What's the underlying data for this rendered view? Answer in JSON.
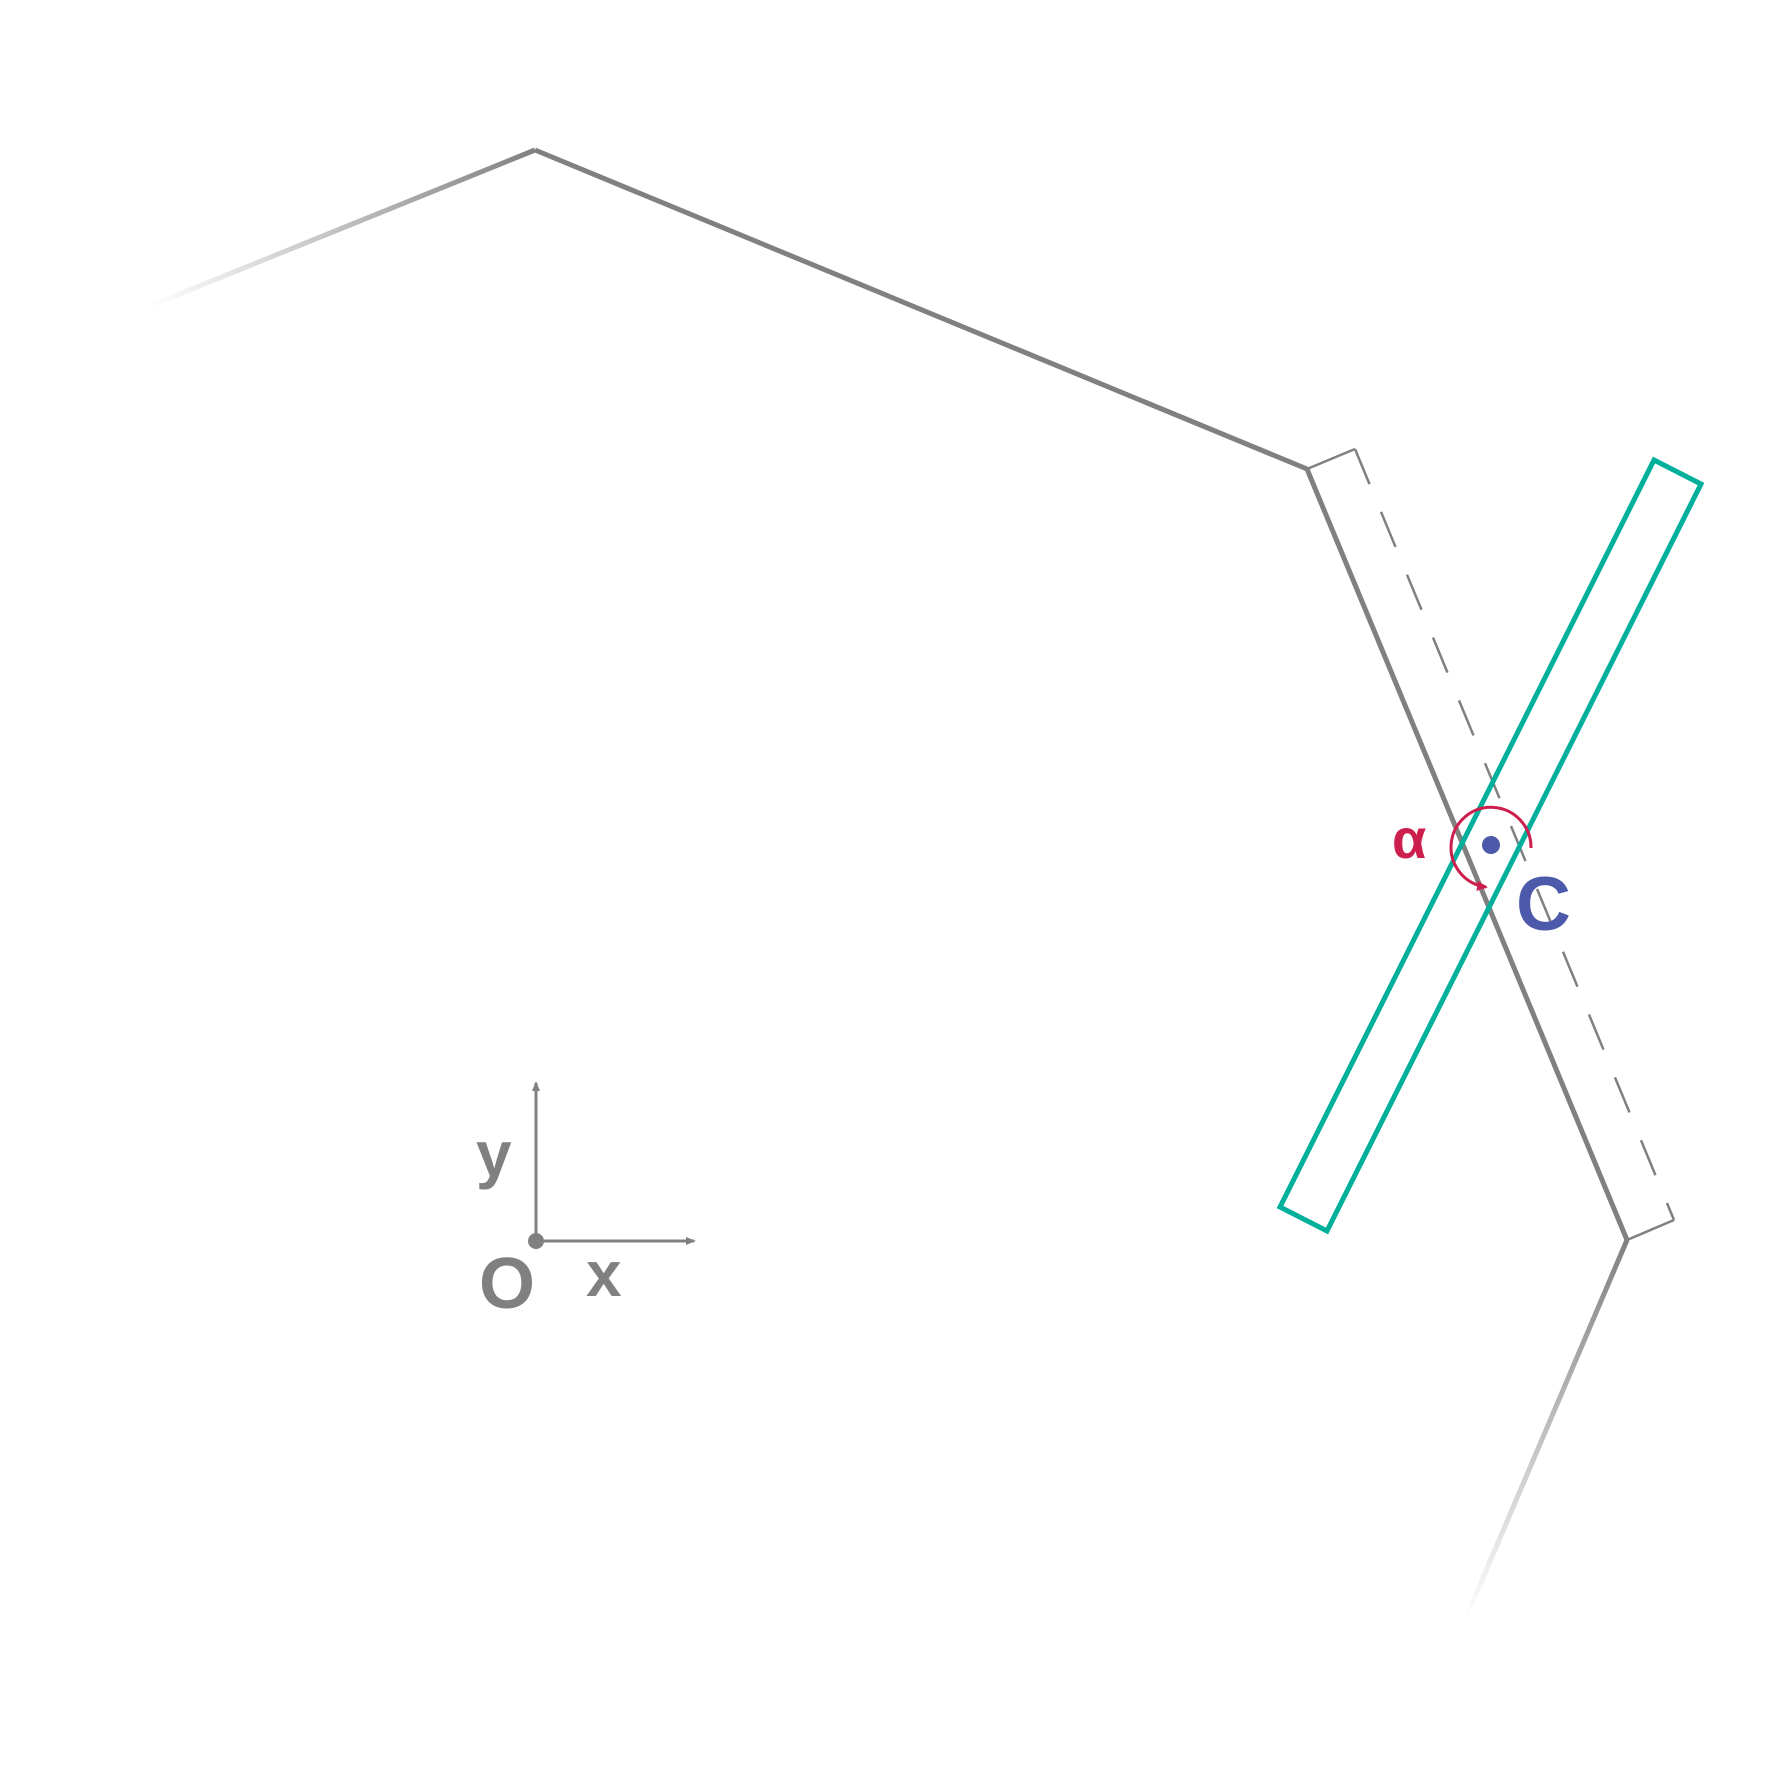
{
  "labels": {
    "angle": "α",
    "center": "C",
    "origin": "O",
    "x_axis": "x",
    "y_axis": "y"
  },
  "colors": {
    "path": "#808080",
    "dashed_guide": "#808080",
    "rectangle": "#00b09b",
    "angle": "#cc1f4e",
    "center": "#4d59aa",
    "axes": "#808080"
  }
}
